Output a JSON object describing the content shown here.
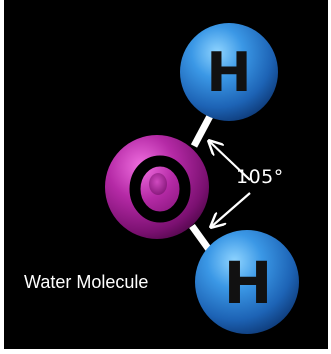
{
  "atoms": {
    "oxygen_symbol": "O",
    "hydrogen_top_symbol": "H",
    "hydrogen_bottom_symbol": "H"
  },
  "bond_angle": "105°",
  "caption": "Water Molecule",
  "colors": {
    "background": "#000000",
    "oxygen": "#a0178f",
    "hydrogen": "#2a7fd1",
    "bond": "#ffffff",
    "label": "#ffffff",
    "symbol": "#111111"
  }
}
